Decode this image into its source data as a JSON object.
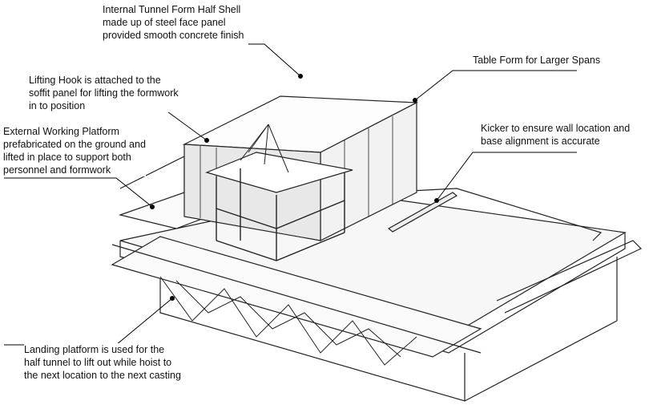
{
  "labels": {
    "tunnel_form": "Internal Tunnel Form Half Shell\nmade up of steel face panel\nprovided smooth concrete finish",
    "table_form": "Table Form for Larger Spans",
    "lifting_hook": "Lifting Hook is attached to the\nsoffit panel for lifting the formwork\nin to position",
    "external_platform": "External Working Platform\nprefabricated on the ground and\nlifted in place to support both\npersonnel and formwork",
    "kicker": "Kicker to ensure wall location and\nbase alignment is accurate",
    "landing_platform": "Landing platform is used for the\nhalf tunnel to lift out while hoist to\nthe next location to the next casting"
  }
}
